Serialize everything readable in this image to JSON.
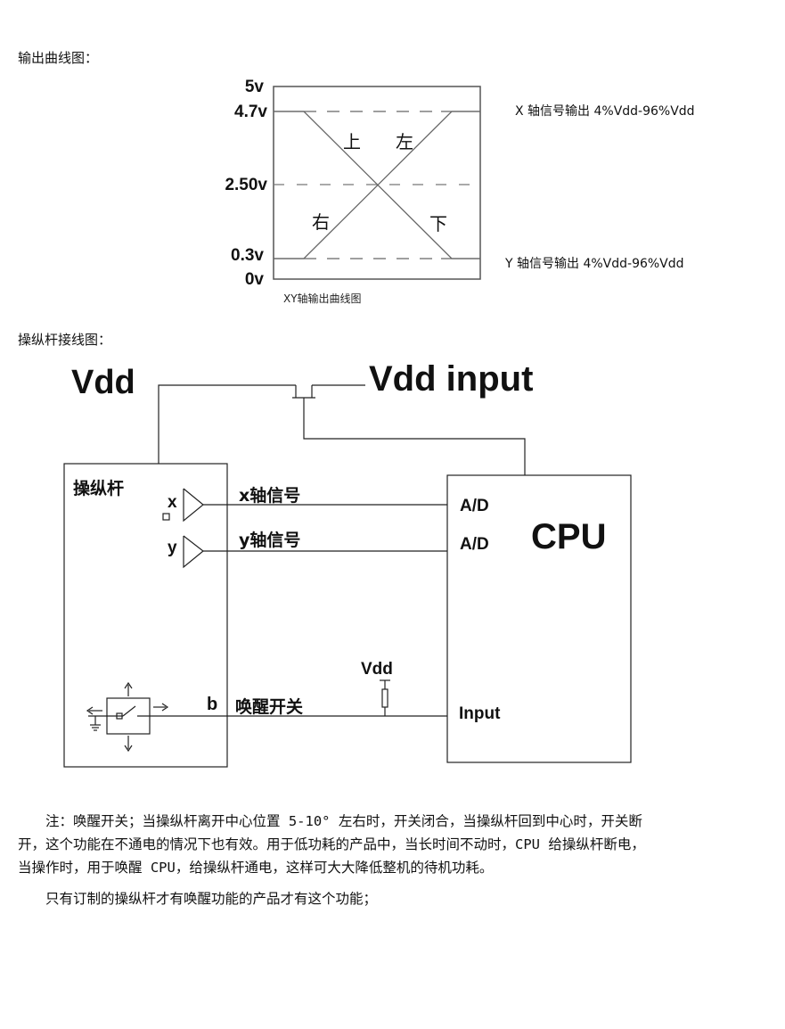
{
  "section1_title": "输出曲线图：",
  "graph": {
    "y_labels": [
      "5v",
      "4.7v",
      "2.50v",
      "0.3v",
      "0v"
    ],
    "region_up": "上",
    "region_left": "左",
    "region_right": "右",
    "region_down": "下",
    "caption": "XY轴输出曲线图",
    "x_signal": "X 轴信号输出  4%Vdd-96%Vdd",
    "y_signal": "Y 轴信号输出 4%Vdd-96%Vdd"
  },
  "section2_title": "操纵杆接线图：",
  "wiring": {
    "vdd_label": "Vdd",
    "vdd_input_label": "Vdd input",
    "joystick_label": "操纵杆",
    "x_pin": "x",
    "y_pin": "y",
    "x_signal": "x轴信号",
    "y_signal": "y轴信号",
    "ad1": "A/D",
    "ad2": "A/D",
    "cpu_label": "CPU",
    "pullup_vdd": "Vdd",
    "b_pin": "b",
    "wake_switch": "唤醒开关",
    "input_label": "Input"
  },
  "note": {
    "line1": "　　注：唤醒开关；当操纵杆离开中心位置 5-10° 左右时，开关闭合，当操纵杆回到中心时，开关断",
    "line2": "开，这个功能在不通电的情况下也有效。用于低功耗的产品中，当长时间不动时，CPU 给操纵杆断电，",
    "line3": "当操作时，用于唤醒 CPU，给操纵杆通电，这样可大大降低整机的待机功耗。",
    "line4": "　　只有订制的操纵杆才有唤醒功能的产品才有这个功能；"
  }
}
